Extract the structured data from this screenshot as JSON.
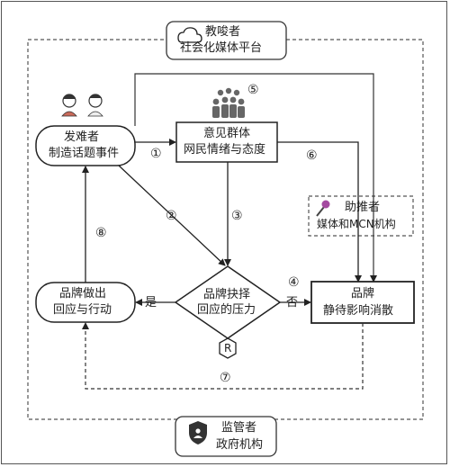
{
  "educator": {
    "role": "教唆者",
    "name": "社会化媒体平台"
  },
  "instigator": {
    "role": "发难者",
    "name": "制造话题事件"
  },
  "opinion": {
    "role": "意见群体",
    "name": "网民情绪与态度"
  },
  "helper": {
    "role": "助推者",
    "name": "媒体和MCN机构"
  },
  "decision": {
    "line1": "品牌抉择",
    "line2": "回应的压力"
  },
  "respond": {
    "line1": "品牌做出",
    "line2": "回应与行动"
  },
  "wait": {
    "line1": "品牌",
    "line2": "静待影响消散"
  },
  "regulator": {
    "role": "监管者",
    "name": "政府机构"
  },
  "edge_labels": {
    "yes": "是",
    "no": "否",
    "r_mark": "R"
  },
  "steps": {
    "s1": "①",
    "s2": "②",
    "s3": "③",
    "s4": "④",
    "s5": "⑤",
    "s6": "⑥",
    "s7": "⑦",
    "s8": "⑧"
  },
  "icons": {
    "educator": "cloud-icon",
    "instigator": "people-icon",
    "opinion": "crowd-icon",
    "helper": "microphone-icon",
    "regulator": "shield-icon"
  }
}
